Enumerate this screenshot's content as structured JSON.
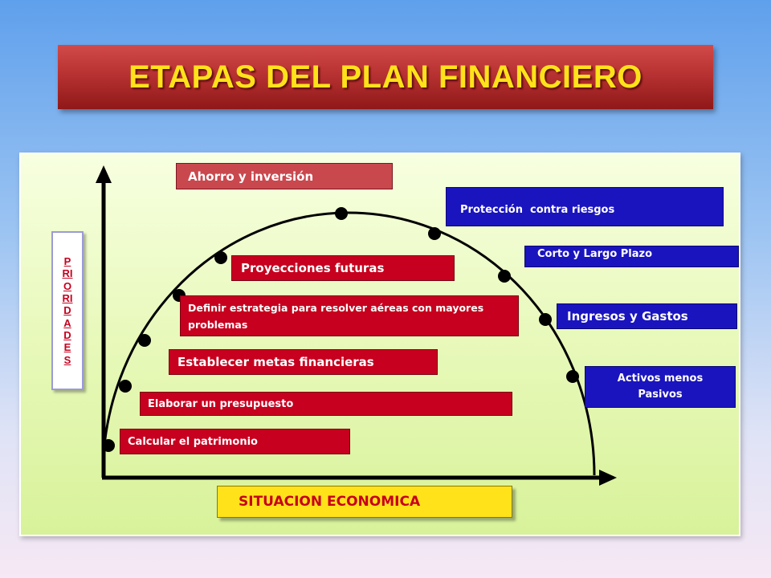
{
  "title": "ETAPAS DEL PLAN FINANCIERO",
  "y_axis_label": "PRIORIDADES",
  "x_axis_label": "SITUACION ECONOMICA",
  "stages_left": [
    {
      "label": "Ahorro y inversión"
    },
    {
      "label": "Proyecciones futuras"
    },
    {
      "label": "Definir estrategia para resolver aéreas con mayores problemas"
    },
    {
      "label": "Establecer metas financieras"
    },
    {
      "label": "Elaborar un presupuesto"
    },
    {
      "label": "Calcular el patrimonio"
    }
  ],
  "stages_right": [
    {
      "label": "Protección  contra riesgos"
    },
    {
      "label": "Corto y Largo Plazo"
    },
    {
      "label": "Ingresos y Gastos"
    },
    {
      "label": "Activos menos Pasivos"
    }
  ],
  "colors": {
    "left_box": "#c6001e",
    "right_box": "#1a14be",
    "title_text": "#ffe21a",
    "axis_box": "#ffe21a"
  }
}
